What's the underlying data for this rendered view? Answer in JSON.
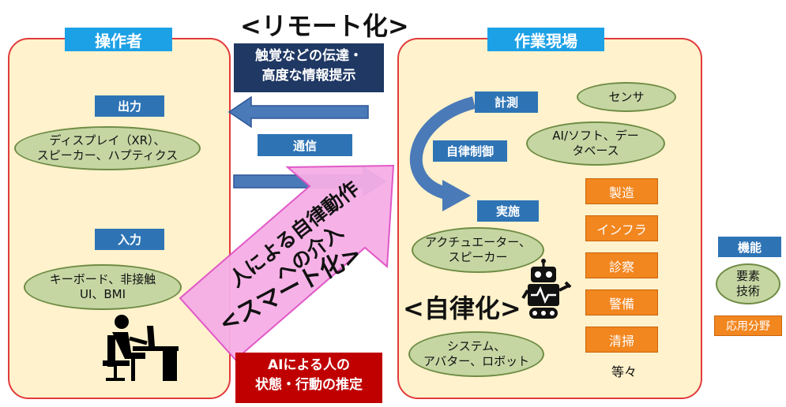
{
  "title_remote": "<リモート化>",
  "title_auto": "<自律化>",
  "title_smart": "<スマート化>",
  "operator": {
    "header": "操作者",
    "output_label": "出力",
    "output_devices": "ディスプレイ（XR）、\nスピーカー、ハプティクス",
    "input_label": "入力",
    "input_devices": "キーボード、非接触\nUI、BMI"
  },
  "worksite": {
    "header": "作業現場",
    "measure_label": "計測",
    "sensor": "センサ",
    "control_label": "自律制御",
    "ai_software": "AI/ソフト、デー\nタベース",
    "execute_label": "実施",
    "actuator": "アクチュエーター、\nスピーカー",
    "system": "システム、\nアバター、ロボット"
  },
  "comm_label": "通信",
  "haptic_note": "触覚などの伝達・\n高度な情報提示",
  "ai_note": "AIによる人の\n状態・行動の推定",
  "intervention": "人による自律動作\nへの介入",
  "fields": [
    "製造",
    "インフラ",
    "診察",
    "警備",
    "清掃"
  ],
  "fields_etc": "等々",
  "legend": {
    "title": "機能",
    "element_tech": "要素\n技術",
    "application": "応用分野"
  },
  "colors": {
    "panel_fill": "#fff2cc",
    "panel_border": "#e23a3a",
    "header_blue": "#1da1e6",
    "label_blue": "#2e74b5",
    "ellipse_green": "#c5d6a3",
    "orange": "#f2861f",
    "navy": "#1f3864",
    "red": "#c00000",
    "arrow_blue": "#4a7ab8",
    "pink": "#f6aee6"
  }
}
